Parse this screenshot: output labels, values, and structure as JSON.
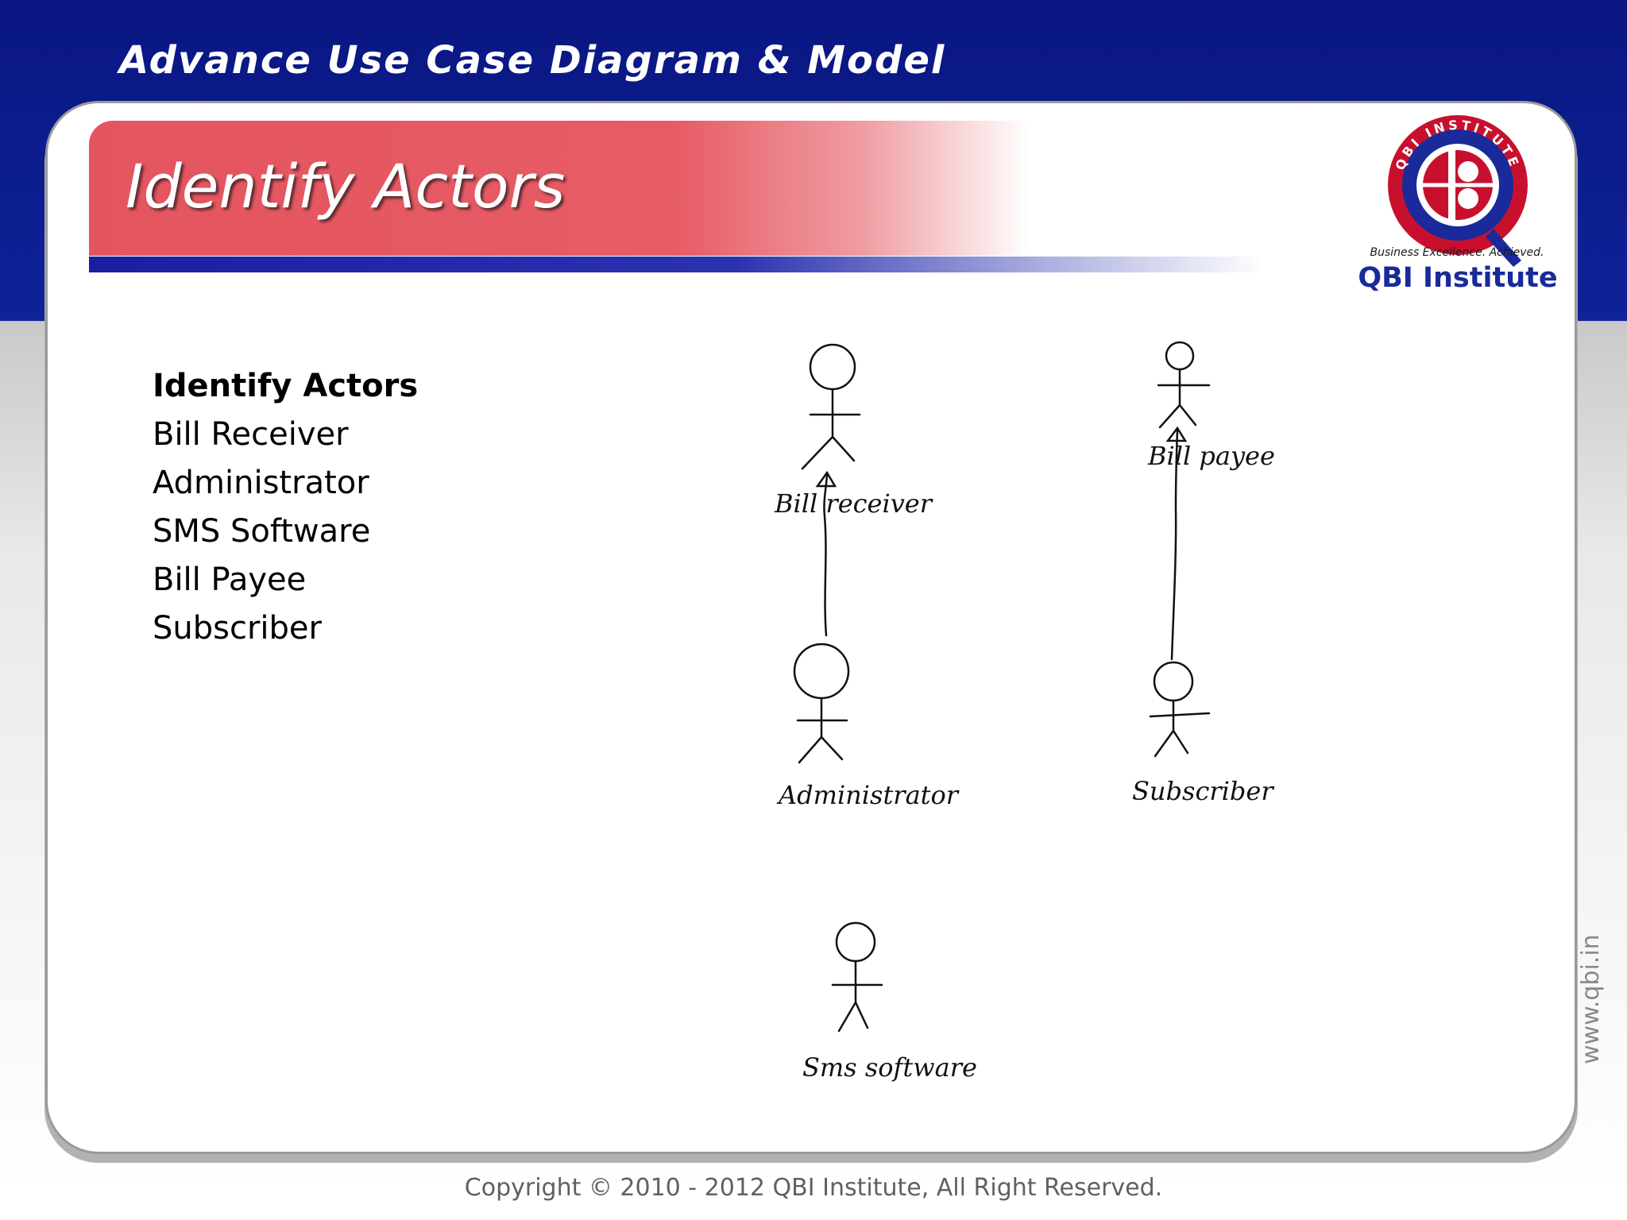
{
  "header": {
    "title": "Advance Use Case Diagram & Model"
  },
  "slide": {
    "title": "Identify Actors"
  },
  "logo": {
    "ring_text": "QBI INSTITUTE",
    "tagline": "Business Excellence. Achieved.",
    "name": "QBI Institute"
  },
  "actor_list": {
    "heading": "Identify Actors",
    "items": [
      "Bill Receiver",
      "Administrator",
      "SMS Software",
      "Bill Payee",
      "Subscriber"
    ]
  },
  "diagram": {
    "actors": [
      {
        "label": "Bill receiver"
      },
      {
        "label": "Administrator"
      },
      {
        "label": "Bill payee"
      },
      {
        "label": "Subscriber"
      },
      {
        "label": "Sms software"
      }
    ],
    "generalizations": [
      {
        "from": "Administrator",
        "to": "Bill receiver"
      },
      {
        "from": "Subscriber",
        "to": "Bill payee"
      }
    ]
  },
  "side_url": "www.qbi.in",
  "copyright": "Copyright © 2010 - 2012 QBI Institute,  All Right Reserved.",
  "colors": {
    "header": "#0a1682",
    "title_bar": "#e4555f",
    "underline": "#1a1fa0",
    "brand_blue": "#1a2a9a",
    "brand_red": "#c8102e"
  }
}
